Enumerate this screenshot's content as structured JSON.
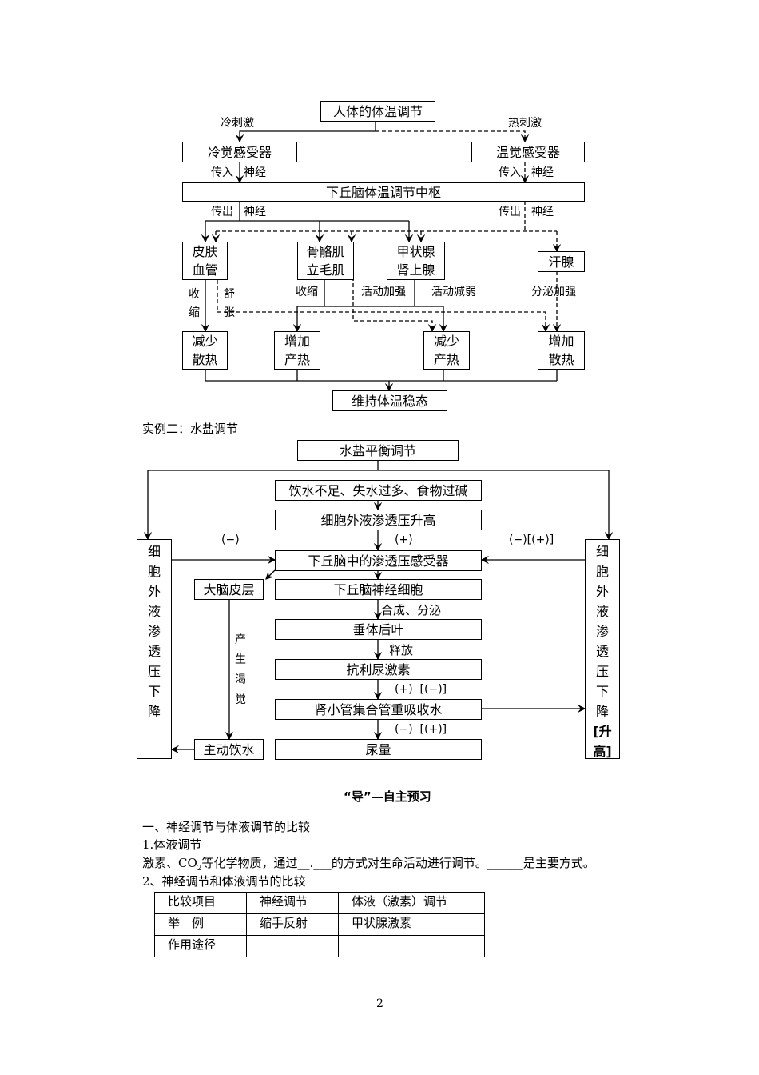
{
  "diagram1": {
    "title": "人体的体温调节",
    "cold_stimulus": "冷刺激",
    "heat_stimulus": "热刺激",
    "cold_receptor": "冷觉感受器",
    "warm_receptor": "温觉感受器",
    "afferent": "传入",
    "nerve": "神经",
    "efferent": "传出",
    "center": "下丘脑体温调节中枢",
    "skin_vessel": [
      "皮肤",
      "血管"
    ],
    "skeletal_muscle": [
      "骨骼肌",
      "立毛肌"
    ],
    "thyroid": [
      "甲状腺",
      "肾上腺"
    ],
    "sweat_gland": "汗腺",
    "contract": [
      "收",
      "缩"
    ],
    "relax": [
      "舒",
      "张"
    ],
    "contract2": "收缩",
    "activity_up": "活动加强",
    "activity_down": "活动减弱",
    "secretion_up": "分泌加强",
    "reduce_heat_loss": [
      "减少",
      "散热"
    ],
    "increase_heat_prod": [
      "增加",
      "产热"
    ],
    "reduce_heat_prod": [
      "减少",
      "产热"
    ],
    "increase_heat_loss": [
      "增加",
      "散热"
    ],
    "homeostasis": "维持体温稳态"
  },
  "example2_label": "实例二：水盐调节",
  "diagram2": {
    "title": "水盐平衡调节",
    "cause": "饮水不足、失水过多、食物过碱",
    "osm_up": "细胞外液渗透压升高",
    "receptor": "下丘脑中的渗透压感受器",
    "neuron": "下丘脑神经细胞",
    "pituitary": "垂体后叶",
    "adh": "抗利尿激素",
    "tubule": "肾小管集合管重吸收水",
    "urine": "尿量",
    "cortex": "大脑皮层",
    "drink": "主动饮水",
    "thirst": [
      "产",
      "生",
      "渴",
      "觉"
    ],
    "left_box": [
      "细",
      "胞",
      "外",
      "液",
      "渗",
      "透",
      "压",
      "下",
      "降"
    ],
    "right_box": [
      "细",
      "胞",
      "外",
      "液",
      "渗",
      "透",
      "压",
      "下",
      "降",
      "[升",
      "高]"
    ],
    "sign_left": "(−)",
    "sign_plus": "(+)",
    "sign_right": "(−)[(+)]",
    "synth": "合成、分泌",
    "release": "释放",
    "sign_adh": "(+)  [(−)]",
    "sign_urine": "(−)  [(+)]"
  },
  "heading": "“导”—自主预习",
  "section1": "一、神经调节与体液调节的比较",
  "sub1": "1.体液调节",
  "para": {
    "a": "激素、CO",
    "sub": "2",
    "b": "等化学物质，通过",
    "blank1": "__.___",
    "c": "的方式对生命活动进行调节。",
    "blank2": "______",
    "d": "是主要方式。"
  },
  "sub2": "2、神经调节和体液调节的比较",
  "table": {
    "rows": [
      [
        "比较项目",
        "神经调节",
        "体液（激素）调节"
      ],
      [
        "举　例",
        "缩手反射",
        "甲状腺激素"
      ],
      [
        "作用途径",
        "",
        ""
      ]
    ]
  },
  "page_number": "2"
}
